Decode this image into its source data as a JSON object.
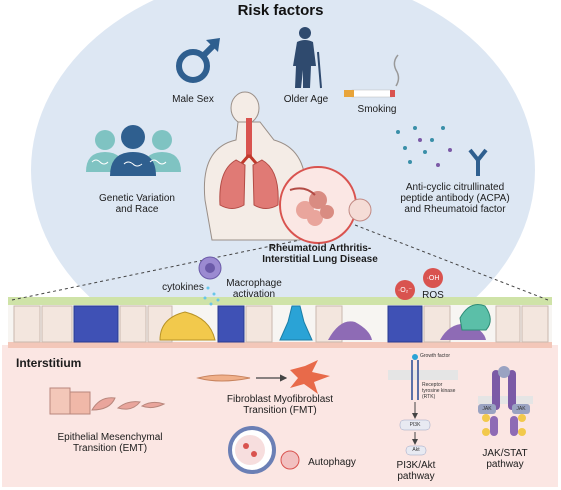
{
  "title": "Risk factors",
  "risk_factors": {
    "male_sex": "Male Sex",
    "older_age": "Older Age",
    "smoking": "Smoking",
    "genetic_line1": "Genetic Variation",
    "genetic_line2": "and Race",
    "acpa_line1": "Anti-cyclic citrullinated",
    "acpa_line2": "peptide antibody (ACPA)",
    "acpa_line3": "and Rheumatoid factor"
  },
  "disease": {
    "line1": "Rheumatoid Arthritis-",
    "line2": "Interstitial Lung Disease"
  },
  "epithelium": {
    "cytokines": "cytokines",
    "macrophage_line1": "Macrophage",
    "macrophage_line2": "activation",
    "ros": "ROS",
    "o2_symbol": "·O₂⁻",
    "oh_symbol": "·OH"
  },
  "interstitium": {
    "heading": "Interstitium",
    "fmt_line1": "Fibroblast Myofibroblast",
    "fmt_line2": "Transition (FMT)",
    "emt_line1": "Epithelial Mesenchymal",
    "emt_line2": "Transition (EMT)",
    "autophagy": "Autophagy",
    "growth_factor": "Growth factor",
    "rtk_line1": "Receptor",
    "rtk_line2": "tyrosine kinase",
    "rtk_line3": "(RTK)",
    "pi3k": "PI3K",
    "akt": "Akt",
    "pi3k_line1": "PI3K/Akt",
    "pi3k_line2": "pathway",
    "jak": "JAK",
    "jak_line1": "JAK/STAT",
    "jak_line2": "pathway"
  },
  "colors": {
    "risk_circle": "#dde7f3",
    "interstitium_bg": "#fbe6e3",
    "icon_blue": "#2f5f8f",
    "icon_teal": "#7fc3c2",
    "lung_red": "#d9534f",
    "cell_blue": "#3f51b5",
    "cell_purple": "#8e6bb5",
    "cell_yellow": "#f2c94c",
    "membrane_green": "#b6d98a"
  }
}
